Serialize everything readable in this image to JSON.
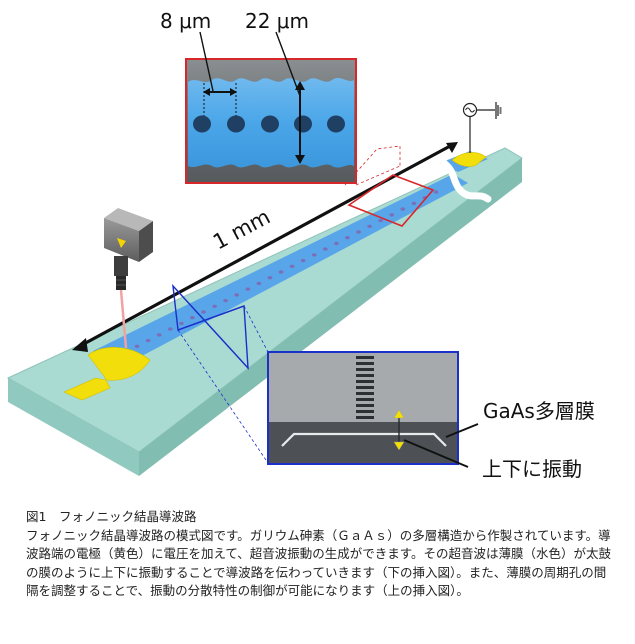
{
  "diagram": {
    "labels": {
      "pitch": "8 μm",
      "width": "22 μm",
      "length": "1 mm",
      "membrane": "GaAs多層膜",
      "vibration": "上下に振動"
    },
    "colors": {
      "substrate_top": "#a9dbd2",
      "substrate_side": "#8cc4ba",
      "waveguide": "#5aa7ea",
      "electrode": "#f1de0a",
      "zoom_top_frame": "#d9262b",
      "zoom_bottom_frame": "#1b2fc9",
      "arrow": "#111111",
      "laser_beam": "#f2a2a2"
    },
    "icons": [
      "ac-source-icon",
      "ground-icon",
      "laser-module-icon"
    ]
  },
  "caption": {
    "title": "図1　フォノニック結晶導波路",
    "body": "フォノニック結晶導波路の模式図です。ガリウム砷素（ＧａＡｓ）の多層構造から作製されています。導波路端の電極（黄色）に電圧を加えて、超音波振動の生成ができます。その超音波は薄膜（水色）が太鼓の膜のように上下に振動することで導波路を伝わっていきます（下の挿入図）。また、薄膜の周期孔の間隔を調整することで、振動の分散特性の制御が可能になります（上の挿入図）。"
  }
}
